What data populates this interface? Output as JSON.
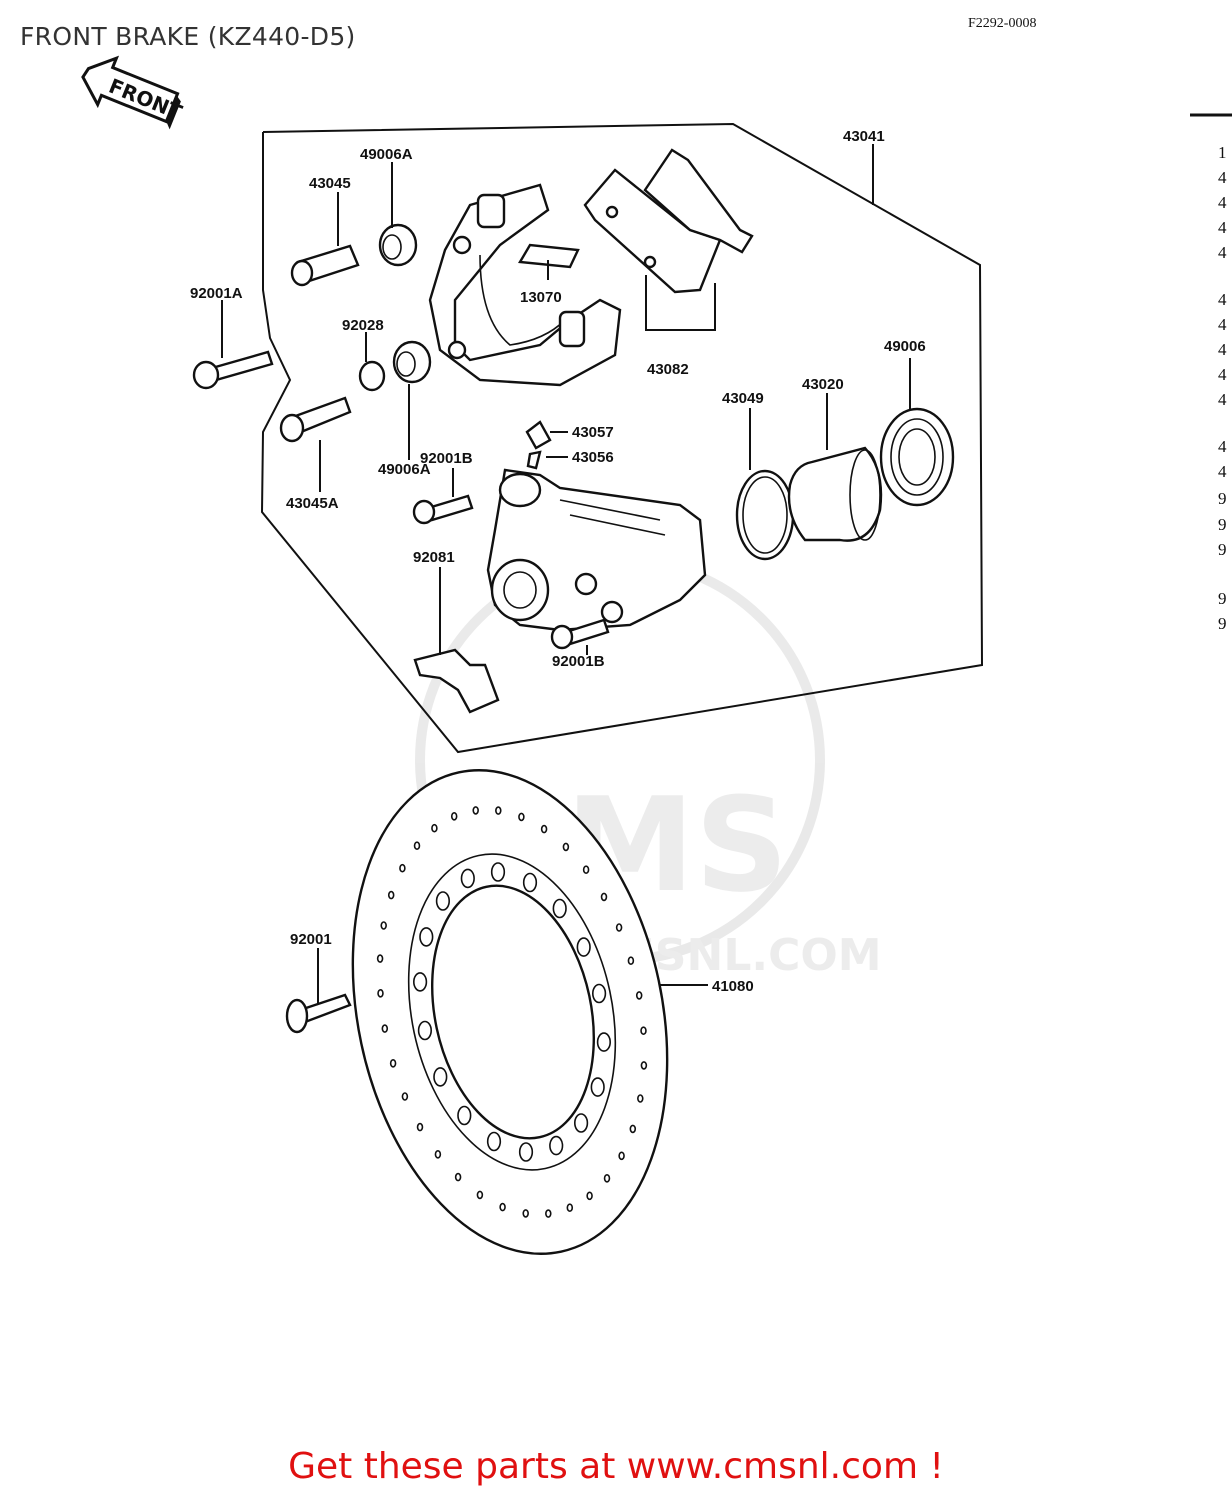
{
  "header": {
    "title": "FRONT BRAKE (KZ440-D5)",
    "figure_code": "F2292-0008"
  },
  "direction_arrow": {
    "label": "FRONT"
  },
  "watermark": {
    "brand": "CMS",
    "url": "WWW.CMSNL.COM"
  },
  "parts": {
    "p43041": "43041",
    "p49006a_top": "49006A",
    "p43045": "43045",
    "p92001a": "92001A",
    "p13070": "13070",
    "p43082": "43082",
    "p92028": "92028",
    "p43045a": "43045A",
    "p49006a_bottom": "49006A",
    "p92001b_top": "92001B",
    "p43057": "43057",
    "p43056": "43056",
    "p43049": "43049",
    "p43020": "43020",
    "p49006": "49006",
    "p92081": "92081",
    "p92001b_bottom": "92001B",
    "p92001": "92001",
    "p41080": "41080"
  },
  "side_column": [
    "1",
    "4",
    "4",
    "4",
    "4",
    "4",
    "4",
    "4",
    "4",
    "4",
    "4",
    "4",
    "9",
    "9",
    "9",
    "9",
    "9"
  ],
  "footer": {
    "link_text": "Get these parts at www.cmsnl.com !"
  }
}
